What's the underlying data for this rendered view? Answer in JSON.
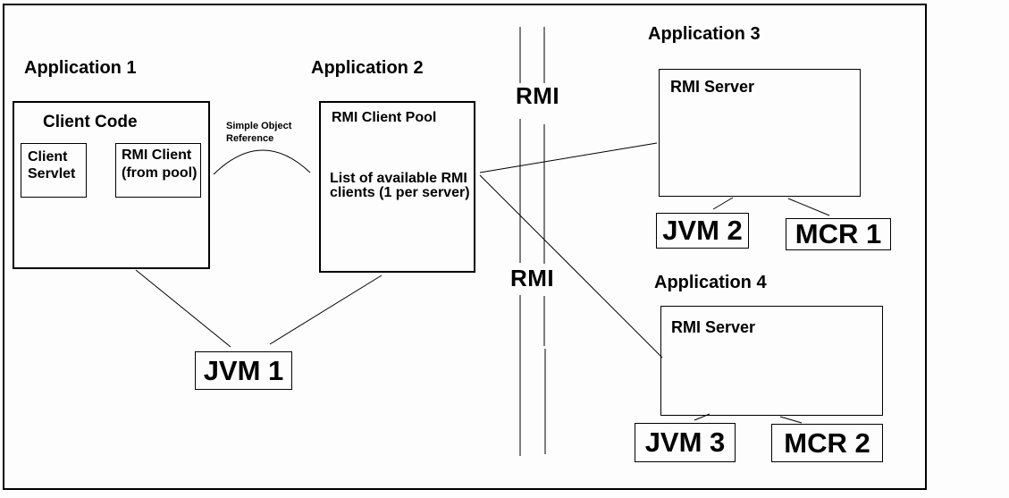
{
  "diagram": {
    "headings": {
      "app1": "Application 1",
      "app2": "Application 2",
      "app3": "Application 3",
      "app4": "Application 4"
    },
    "network": {
      "rmi_top": "RMI",
      "rmi_bottom": "RMI"
    },
    "annotation": {
      "lines": [
        "Simple Object",
        "Reference"
      ]
    },
    "client_code": {
      "title": "Client Code"
    },
    "client_servlet": {
      "lines": [
        "Client",
        "Servlet"
      ]
    },
    "rmi_client": {
      "lines": [
        "RMI Client",
        "(from pool)"
      ]
    },
    "rmi_client_pool": {
      "title": "RMI Client Pool",
      "body_lines": [
        "List of available RMI",
        "clients (1 per server)"
      ]
    },
    "app3_server": {
      "title": "RMI Server"
    },
    "app4_server": {
      "title": "RMI Server"
    },
    "jvm1": "JVM 1",
    "jvm2": "JVM 2",
    "jvm3": "JVM 3",
    "mcr1": "MCR 1",
    "mcr2": "MCR 2",
    "colors": {
      "ink": "#000000",
      "background": "#fdfdfd"
    }
  }
}
